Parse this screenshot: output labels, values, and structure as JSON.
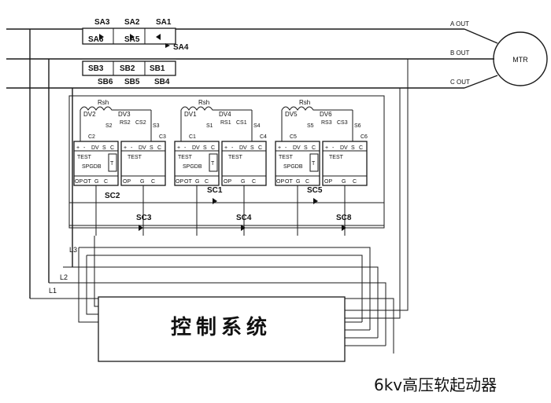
{
  "switch_labels_top": [
    "SA3",
    "SA2",
    "SA1"
  ],
  "switch_labels_top_lower": [
    "SA6",
    "SA5"
  ],
  "switch_label_sa4": "SA4",
  "switch_labels_mid": [
    "SB3",
    "SB2",
    "SB1"
  ],
  "switch_labels_low": [
    "SB6",
    "SB5",
    "SB4"
  ],
  "outputs": [
    "A OUT",
    "B OUT",
    "C OUT"
  ],
  "motor": "MTR",
  "line_labels": [
    "L1",
    "L2",
    "L3"
  ],
  "module": {
    "rsh": "Rsh",
    "test": "TEST",
    "board": "SPGDB",
    "terminals_top": [
      "+",
      "-",
      "DV",
      "S",
      "C"
    ],
    "terminals_bottom_left": [
      "OP",
      "OT",
      "G",
      "C"
    ],
    "terminals_bottom_right": [
      "OP",
      "G",
      "C"
    ],
    "t_label": "T"
  },
  "phase_components": [
    {
      "dv_a": "DV2",
      "dv_b": "DV3",
      "rs": "RS2",
      "cs": "CS2",
      "s_a": "S2",
      "s_b": "S3",
      "c_a": "C2",
      "c_b": "C3"
    },
    {
      "dv_a": "DV1",
      "dv_b": "DV4",
      "rs": "RS1",
      "cs": "CS1",
      "s_a": "S1",
      "s_b": "S4",
      "c_a": "C1",
      "c_b": "C4"
    },
    {
      "dv_a": "DV5",
      "dv_b": "DV6",
      "rs": "RS3",
      "cs": "CS3",
      "s_a": "S5",
      "s_b": "S6",
      "c_a": "C5",
      "c_b": "C6"
    }
  ],
  "sc_labels": [
    "SC1",
    "SC2",
    "SC3",
    "SC4",
    "SC5",
    "SC8"
  ],
  "control_system": "控制系统",
  "caption": "6kv高压软起动器"
}
